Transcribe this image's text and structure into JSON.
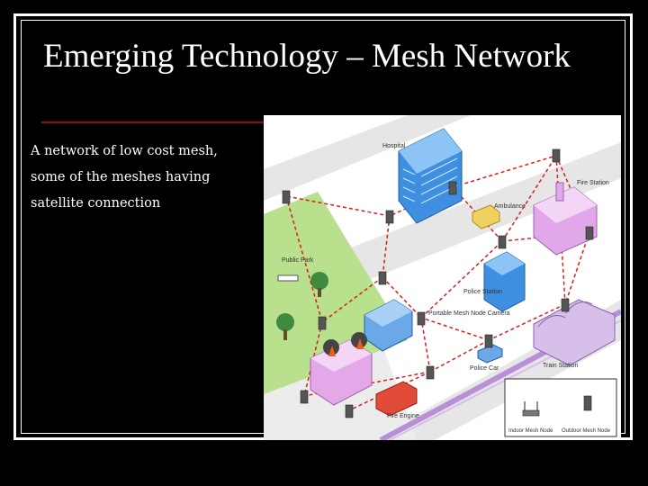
{
  "slide": {
    "title": "Emerging Technology – Mesh Network",
    "body": "A network of low cost mesh, some of the meshes having satellite connection"
  },
  "diagram": {
    "labels": {
      "hospital": "Hospital",
      "fire_station": "Fire Station",
      "ambulance": "Ambulance",
      "public_park": "Public Park",
      "police_station": "Police Station",
      "portable_camera": "Portable Mesh Node Camera",
      "police_car": "Police Car",
      "train_station": "Train Station",
      "fire_engine": "Fire Engine"
    },
    "legend": {
      "indoor": "Indoor Mesh Node",
      "outdoor": "Outdoor Mesh Node"
    },
    "colors": {
      "mesh_link": "#d62020",
      "grass": "#b9e08c",
      "hospital": "#3f8fe0",
      "fire_station": "#e0a8e8",
      "train": "#c7a8e0"
    }
  }
}
